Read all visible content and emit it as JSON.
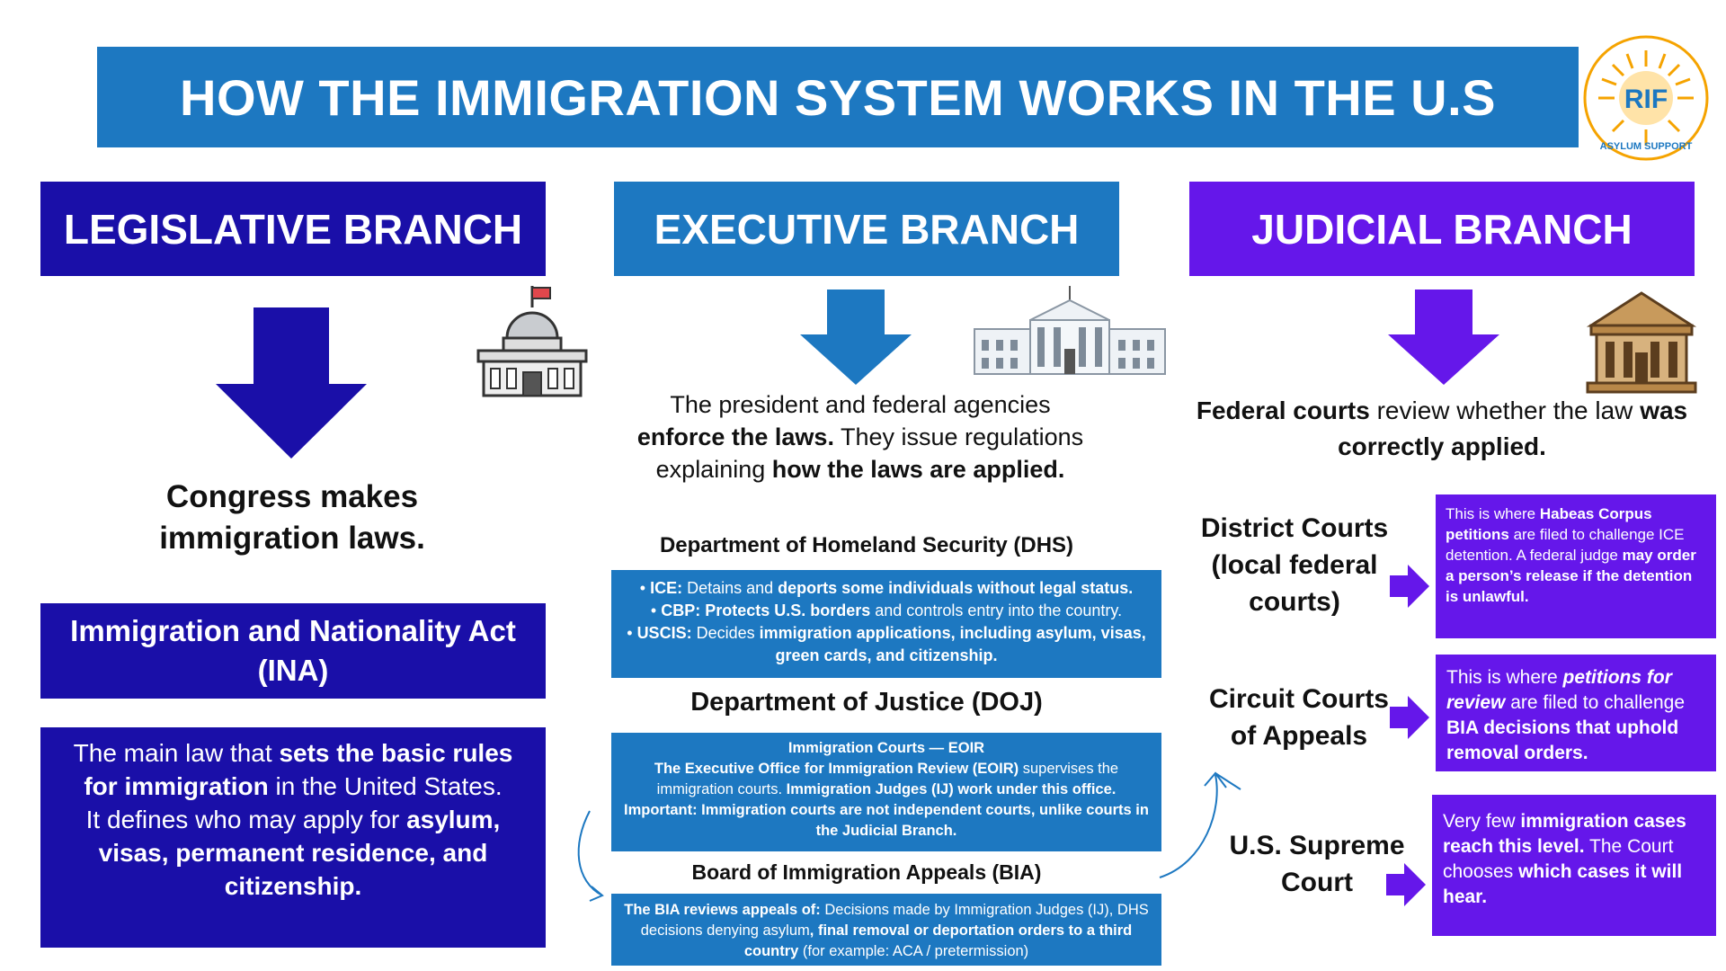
{
  "title": "HOW THE IMMIGRATION SYSTEM WORKS IN THE U.S",
  "logo": {
    "text": "RIF",
    "ring_text": "ASYLUM SUPPORT",
    "accent": "#f5a300"
  },
  "colors": {
    "legislative": "#1a0fa8",
    "executive": "#1d78c1",
    "judicial": "#6517ea"
  },
  "legislative": {
    "heading": "LEGISLATIVE BRANCH",
    "icon": "capitol-building-icon",
    "lead": "Congress makes immigration laws.",
    "act_title": "Immigration and Nationality Act (INA)",
    "desc": {
      "p1_pre": "The main law that ",
      "p1_bold": "sets the basic rules for immigration",
      "p1_post": " in the United States.",
      "p2_pre": "It defines who may apply for ",
      "p2_bold": "asylum, visas, permanent residence, and citizenship."
    }
  },
  "executive": {
    "heading": "EXECUTIVE BRANCH",
    "icon": "white-house-icon",
    "lead": {
      "t1": "The president and federal agencies ",
      "b1": "enforce the laws.",
      "t2": " They issue regulations explaining ",
      "b2": "how the laws are applied."
    },
    "dhs": {
      "title": "Department of Homeland Security (DHS)",
      "ice_label": "ICE:",
      "ice_text": " Detains and ",
      "ice_bold": "deports some individuals without legal status.",
      "cbp_label": "CBP: Protects U.S. borders",
      "cbp_text": " and controls entry into the country.",
      "uscis_label": "USCIS:",
      "uscis_text": " Decides ",
      "uscis_bold": "immigration applications, including asylum, visas, green cards, and citizenship."
    },
    "doj": {
      "title": "Department of Justice (DOJ)",
      "eoir_head": "Immigration Courts — EOIR",
      "eoir_b1": "The Executive Office for Immigration Review (EOIR)",
      "eoir_t1": " supervises the immigration courts. ",
      "eoir_b2": "Immigration Judges (IJ) work under this office.",
      "eoir_b3": "Important: Immigration courts are not independent courts, unlike courts in the Judicial Branch."
    },
    "bia": {
      "title": "Board of Immigration Appeals (BIA)",
      "b1": "The BIA reviews appeals of:",
      "t1": " Decisions made by Immigration Judges (IJ), DHS decisions denying asylum",
      "b2": ", final removal or deportation orders to a third country",
      "t2": " (for example: ACA / pretermission)"
    }
  },
  "judicial": {
    "heading": "JUDICIAL BRANCH",
    "icon": "courthouse-icon",
    "lead": {
      "b1": "Federal courts",
      "t1": " review whether the law ",
      "b2": "was correctly applied."
    },
    "district": {
      "label": "District Courts (local federal courts)",
      "t1": "This is where ",
      "b1": "Habeas Corpus petitions",
      "t2": " are filed to challenge ICE detention. A federal judge ",
      "b2": "may order a person’s release if the detention is unlawful."
    },
    "circuit": {
      "label": "Circuit Courts of Appeals",
      "t1": "This is where ",
      "bi1": "petitions for review",
      "t2": " are filed to challenge ",
      "b1": "BIA decisions that uphold removal orders."
    },
    "supreme": {
      "label": "U.S. Supreme Court",
      "t1": "Very few ",
      "b1": "immigration cases reach this level.",
      "t2": " The Court chooses ",
      "b2": "which cases it will hear."
    }
  }
}
